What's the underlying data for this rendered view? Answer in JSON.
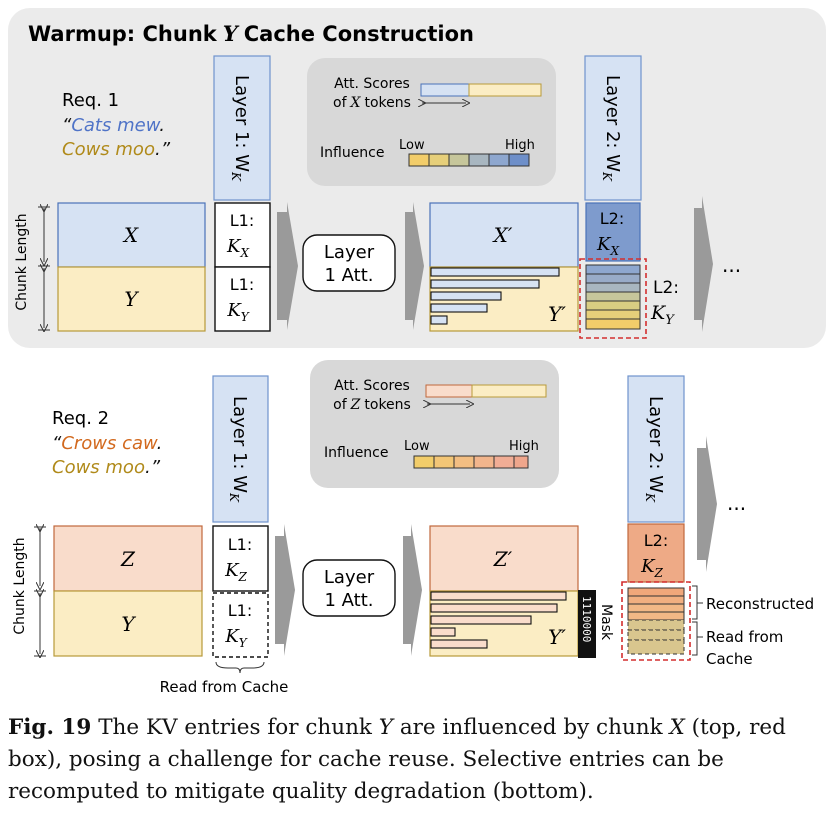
{
  "warmup_title": "Warmup: Chunk",
  "warmup_title_var": "Y",
  "warmup_title_rest": "Cache Construction",
  "top": {
    "req_label": "Req. 1",
    "req_q_open": "“",
    "req_text1": "Cats mew",
    "req_text1_dot": ".",
    "req_text2": "Cows moo",
    "req_text2_end": ".”",
    "chunk_length": "Chunk Length",
    "chunk_x": "X",
    "chunk_y": "Y",
    "layer1_wk": "Layer 1: W",
    "layer1_wk_sub": "K",
    "l1_kx_top": "L1:",
    "l1_kx_bottom": "K",
    "l1_kx_sub": "X",
    "l1_ky_top": "L1:",
    "l1_ky_bottom": "K",
    "l1_ky_sub": "Y",
    "layer_att_line1": "Layer",
    "layer_att_line2": "1 Att.",
    "x_prime": "X′",
    "y_prime": "Y′",
    "att_scores_line1": "Att. Scores",
    "att_scores_line2": "of",
    "att_scores_var": "X",
    "att_scores_rest": "tokens",
    "influence": "Influence",
    "low": "Low",
    "high": "High",
    "layer2_wk": "Layer 2: W",
    "layer2_wk_sub": "K",
    "l2_kx_top": "L2:",
    "l2_kx_bottom": "K",
    "l2_kx_sub": "X",
    "l2_ky_top": "L2:",
    "l2_ky_bottom": "K",
    "l2_ky_sub": "Y",
    "ellipsis": "..."
  },
  "bottom": {
    "req_label": "Req. 2",
    "req_q_open": "“",
    "req_text1": "Crows caw",
    "req_text1_dot": ".",
    "req_text2": "Cows moo",
    "req_text2_end": ".”",
    "chunk_length": "Chunk Length",
    "chunk_z": "Z",
    "chunk_y": "Y",
    "layer1_wk": "Layer 1: W",
    "layer1_wk_sub": "K",
    "l1_kz_top": "L1:",
    "l1_kz_bottom": "K",
    "l1_kz_sub": "Z",
    "l1_ky_top": "L1:",
    "l1_ky_bottom": "K",
    "l1_ky_sub": "Y",
    "read_from_cache": "Read from Cache",
    "layer_att_line1": "Layer",
    "layer_att_line2": "1 Att.",
    "z_prime": "Z′",
    "y_prime": "Y′",
    "mask_bits": "1110000",
    "mask_label": "Mask",
    "att_scores_line1": "Att. Scores",
    "att_scores_line2": "of",
    "att_scores_var": "Z",
    "att_scores_rest": "tokens",
    "influence": "Influence",
    "low": "Low",
    "high": "High",
    "layer2_wk": "Layer 2: W",
    "layer2_wk_sub": "K",
    "l2_kz_top": "L2:",
    "l2_kz_bottom": "K",
    "l2_kz_sub": "Z",
    "reconstructed": "Reconstructed",
    "read_from_line1": "Read from",
    "read_from_line2": "Cache",
    "ellipsis": "..."
  },
  "caption": {
    "fig_label": "Fig. 19",
    "text_a": " The KV entries for chunk ",
    "var_y1": "Y",
    "text_b": " are influenced by chunk ",
    "var_x": "X",
    "text_c": " (top, red box), posing a challenge for cache reuse. Selective entries can be recomputed to mitigate quality degradation (bottom)."
  },
  "colors": {
    "panel_bg": "#ebebeb",
    "legend_bg": "#d8d8d8",
    "blue_fill": "#d6e2f3",
    "blue_dark": "#7e9bcd",
    "yellow_fill": "#fbedc4",
    "orange_fill": "#f9dccb",
    "orange_dark": "#eeaa86",
    "red_dashed": "#d32f2f",
    "arrow_gray": "#9a9a9a",
    "blue_text": "#4f73c7",
    "gold_text": "#b08a1a",
    "orange_text": "#d2691e"
  }
}
